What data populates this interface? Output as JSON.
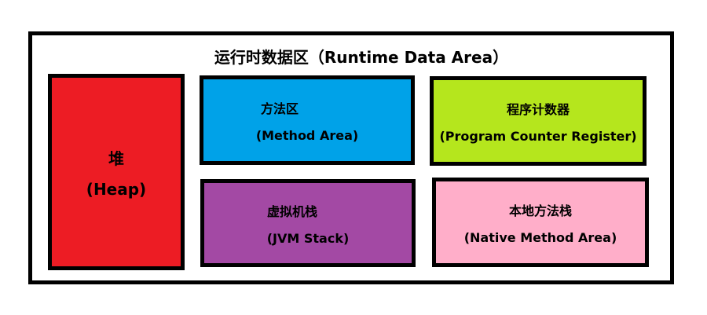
{
  "diagram": {
    "title": "运行时数据区（Runtime Data Area）",
    "colors": {
      "border": "#000000",
      "heap": "#ed1c24",
      "method_area": "#00a2e8",
      "program_counter": "#b5e61d",
      "jvm_stack": "#a349a4",
      "native_method": "#ffaec9"
    },
    "areas": {
      "heap": {
        "name": "堆",
        "english": "(Heap)"
      },
      "method_area": {
        "name": "方法区",
        "english": "(Method Area)"
      },
      "program_counter": {
        "name": "程序计数器",
        "english": "(Program Counter Register)"
      },
      "jvm_stack": {
        "name": "虚拟机栈",
        "english": "(JVM Stack)"
      },
      "native_method": {
        "name": "本地方法栈",
        "english": "(Native Method Area)"
      }
    }
  }
}
